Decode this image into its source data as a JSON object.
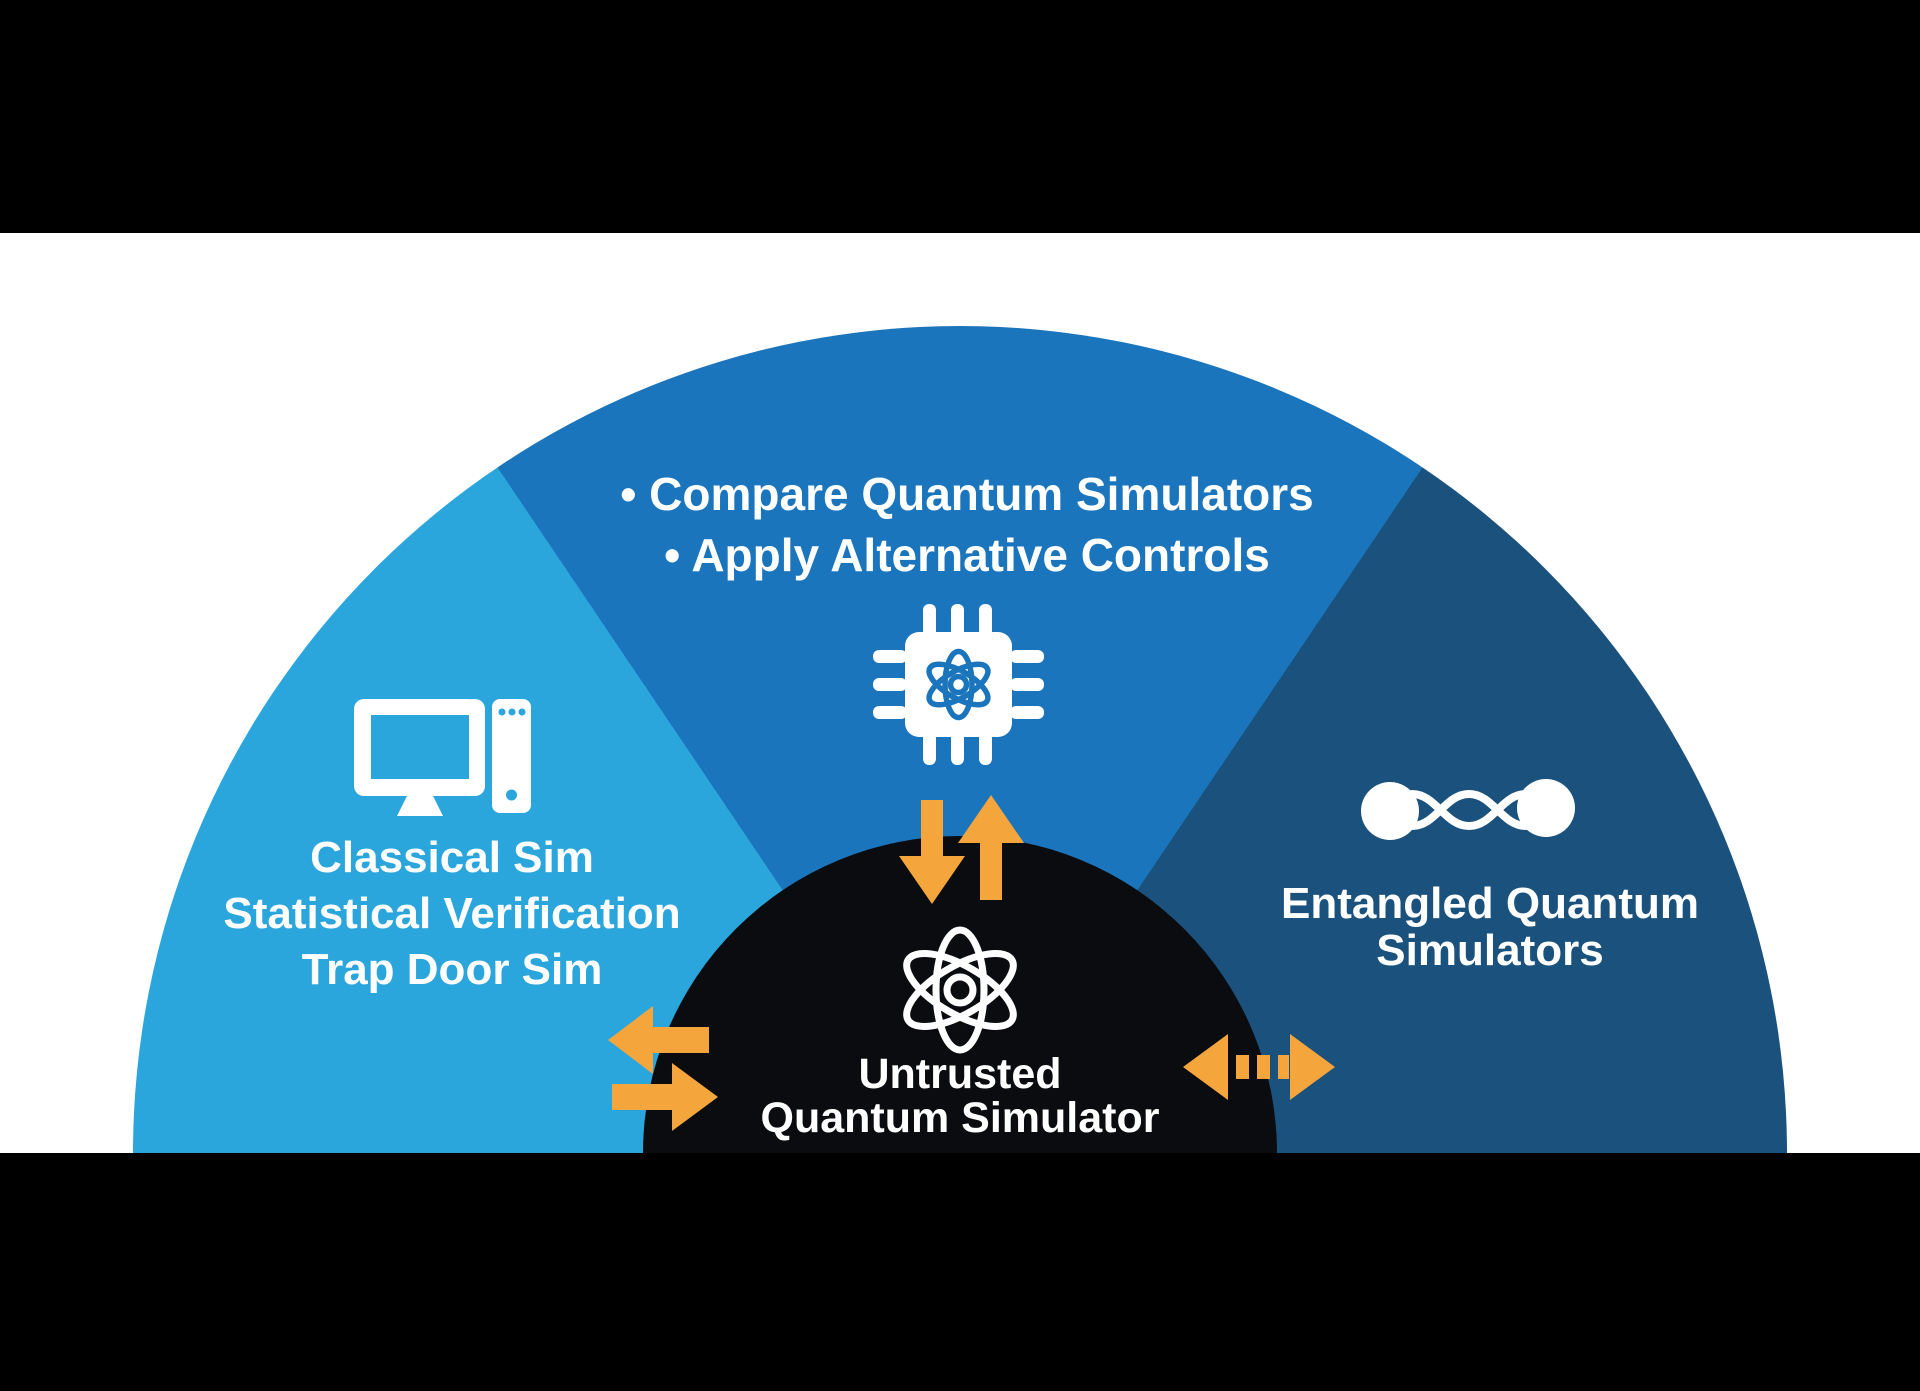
{
  "colors": {
    "letterbox_bars": "#000000",
    "canvas": "#FFFFFF",
    "sector_left_blue": "#2BA6DD",
    "sector_center_blue": "#1B75BC",
    "sector_right_blue": "#1A527D",
    "core_black": "#0A0C10",
    "arrow_orange": "#F4A53C",
    "text_white": "#FFFFFF"
  },
  "sectors": {
    "left": {
      "icon": "desktop-computer-icon",
      "lines": [
        "Classical Sim",
        "Statistical Verification",
        "Trap Door Sim"
      ]
    },
    "center": {
      "icon": "quantum-chip-icon",
      "lines": [
        "• Compare Quantum Simulators",
        "• Apply Alternative Controls"
      ]
    },
    "right": {
      "icon": "entangled-qubits-icon",
      "lines": [
        "Entangled Quantum",
        "Simulators"
      ]
    },
    "core": {
      "icon": "atom-icon",
      "lines": [
        "Untrusted",
        "Quantum Simulator"
      ]
    }
  }
}
